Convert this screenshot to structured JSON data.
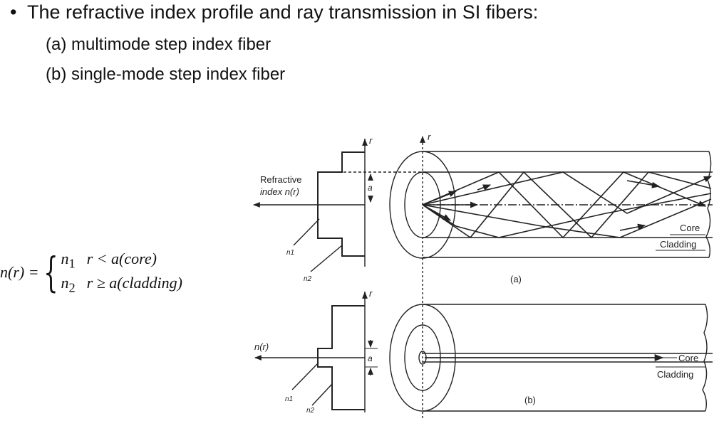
{
  "heading": {
    "bullet": "•",
    "text": "The refractive index profile and ray transmission in SI fibers:"
  },
  "items": [
    {
      "label": "(a) multimode step index fiber"
    },
    {
      "label": "(b) single-mode step index fiber"
    }
  ],
  "equation": {
    "lhs": "n(r) =",
    "row1_var": "n",
    "row1_sub": "1",
    "row1_cond": "r < a(core)",
    "row2_var": "n",
    "row2_sub": "2",
    "row2_cond": "r ≥ a(cladding)"
  },
  "diagram_a": {
    "refractive_label_1": "Refractive",
    "refractive_label_2": "index n(r)",
    "r_label": "r",
    "a_label": "a",
    "n1": "n1",
    "n2": "n2",
    "core": "Core",
    "cladding": "Cladding",
    "caption": "(a)"
  },
  "diagram_b": {
    "nr_label": "n(r)",
    "r_label": "r",
    "a_label": "a",
    "n1": "n1",
    "n2": "n2",
    "core": "Core",
    "cladding": "Cladding",
    "caption": "(b)"
  }
}
